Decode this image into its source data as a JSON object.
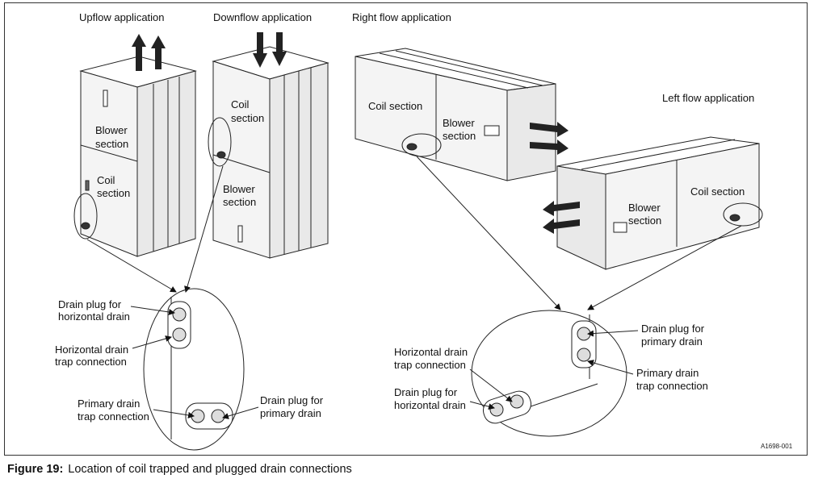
{
  "titles": {
    "upflow": "Upflow application",
    "downflow": "Downflow application",
    "rightflow": "Right flow application",
    "leftflow": "Left flow application"
  },
  "sections": {
    "up_blower": [
      "Blower",
      "section"
    ],
    "up_coil": [
      "Coil",
      "section"
    ],
    "down_coil": [
      "Coil",
      "section"
    ],
    "down_blower": [
      "Blower",
      "section"
    ],
    "right_coil": "Coil section",
    "right_blower": [
      "Blower",
      "section"
    ],
    "left_blower": [
      "Blower",
      "section"
    ],
    "left_coil": "Coil section"
  },
  "callouts_left": {
    "plug_horizontal": [
      "Drain plug for",
      "horizontal drain"
    ],
    "trap_horizontal": [
      "Horizontal drain",
      "trap connection"
    ],
    "trap_primary": [
      "Primary drain",
      "trap connection"
    ],
    "plug_primary": [
      "Drain plug for",
      "primary drain"
    ]
  },
  "callouts_right": {
    "plug_primary": [
      "Drain plug for",
      "primary drain"
    ],
    "trap_primary": [
      "Primary drain",
      "trap connection"
    ],
    "trap_horizontal": [
      "Horizontal drain",
      "trap connection"
    ],
    "plug_horizontal": [
      "Drain plug for",
      "horizontal drain"
    ]
  },
  "figure_id": "A1698-001",
  "caption": {
    "number": "Figure 19:",
    "text": "Location of coil trapped and plugged drain connections"
  }
}
